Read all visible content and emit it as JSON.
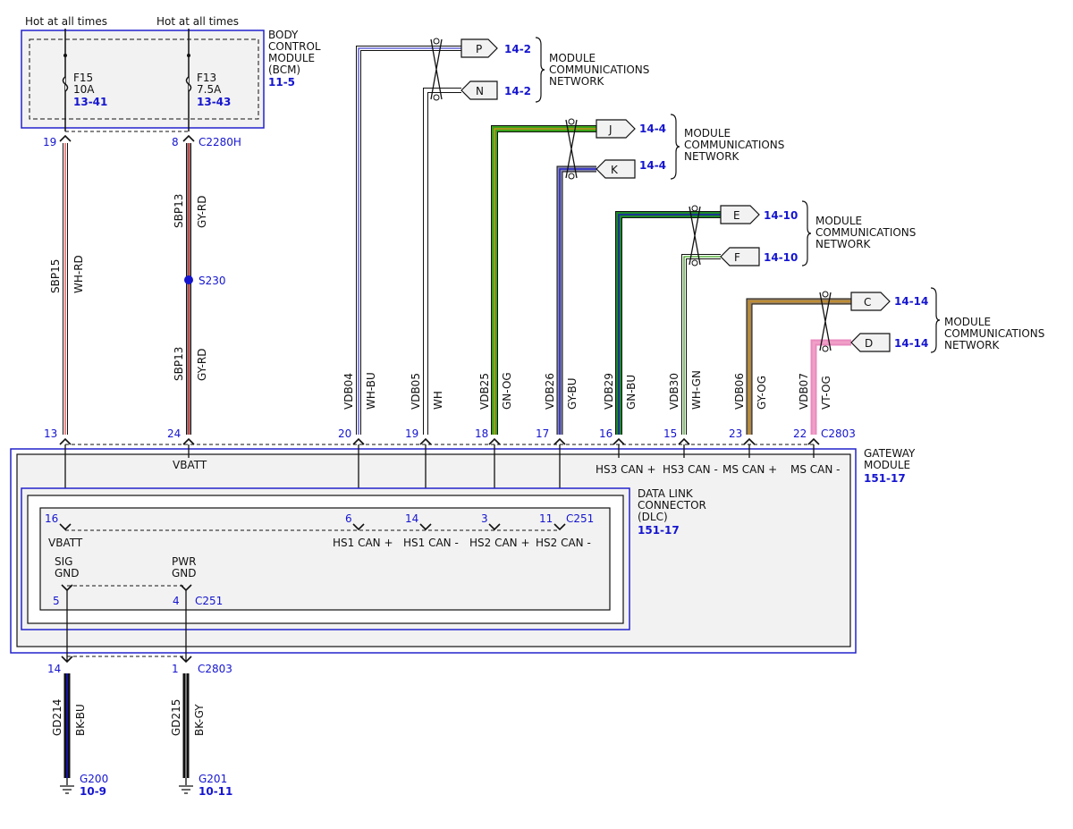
{
  "power": {
    "hot_left": "Hot at all times",
    "hot_right": "Hot at all times"
  },
  "bcm": {
    "title_lines": [
      "BODY",
      "CONTROL",
      "MODULE",
      "(BCM)"
    ],
    "ref": "11-5",
    "fuses": [
      {
        "name": "F15",
        "rating": "10A",
        "ref": "13-41"
      },
      {
        "name": "F13",
        "rating": "7.5A",
        "ref": "13-43"
      }
    ],
    "connector": "C2280H",
    "pins": [
      "19",
      "8"
    ]
  },
  "wires": {
    "sbp15": {
      "circuit": "SBP15",
      "color": "WH-RD"
    },
    "sbp13_upper": {
      "circuit": "SBP13",
      "color": "GY-RD"
    },
    "sbp13_lower": {
      "circuit": "SBP13",
      "color": "GY-RD"
    },
    "splice": "S230",
    "vdb": [
      {
        "circuit": "VDB04",
        "color": "WH-BU",
        "pin": "20"
      },
      {
        "circuit": "VDB05",
        "color": "WH",
        "pin": "19"
      },
      {
        "circuit": "VDB25",
        "color": "GN-OG",
        "pin": "18"
      },
      {
        "circuit": "VDB26",
        "color": "GY-BU",
        "pin": "17"
      },
      {
        "circuit": "VDB29",
        "color": "GN-BU",
        "pin": "16"
      },
      {
        "circuit": "VDB30",
        "color": "WH-GN",
        "pin": "15"
      },
      {
        "circuit": "VDB06",
        "color": "GY-OG",
        "pin": "23"
      },
      {
        "circuit": "VDB07",
        "color": "VT-OG",
        "pin": "22"
      }
    ]
  },
  "networks": [
    {
      "label_lines": [
        "MODULE",
        "COMMUNICATIONS",
        "NETWORK"
      ],
      "connectors": [
        {
          "id": "P",
          "ref": "14-2"
        },
        {
          "id": "N",
          "ref": "14-2"
        }
      ]
    },
    {
      "label_lines": [
        "MODULE",
        "COMMUNICATIONS",
        "NETWORK"
      ],
      "connectors": [
        {
          "id": "J",
          "ref": "14-4"
        },
        {
          "id": "K",
          "ref": "14-4"
        }
      ]
    },
    {
      "label_lines": [
        "MODULE",
        "COMMUNICATIONS",
        "NETWORK"
      ],
      "connectors": [
        {
          "id": "E",
          "ref": "14-10"
        },
        {
          "id": "F",
          "ref": "14-10"
        }
      ]
    },
    {
      "label_lines": [
        "MODULE",
        "COMMUNICATIONS",
        "NETWORK"
      ],
      "connectors": [
        {
          "id": "C",
          "ref": "14-14"
        },
        {
          "id": "D",
          "ref": "14-14"
        }
      ]
    }
  ],
  "gateway": {
    "title_lines": [
      "GATEWAY",
      "MODULE"
    ],
    "ref": "151-17",
    "connector": "C2803",
    "pins_left": [
      "13",
      "24"
    ],
    "vbatt": "VBATT",
    "can_labels": [
      "HS3 CAN +",
      "HS3 CAN -",
      "MS CAN +",
      "MS CAN -"
    ]
  },
  "dlc": {
    "title_lines": [
      "DATA LINK",
      "CONNECTOR",
      "(DLC)"
    ],
    "ref": "151-17",
    "connector": "C251",
    "pin_vbatt": "16",
    "vbatt": "VBATT",
    "can_pins": [
      {
        "pin": "6",
        "label": "HS1 CAN +"
      },
      {
        "pin": "14",
        "label": "HS1 CAN -"
      },
      {
        "pin": "3",
        "label": "HS2 CAN +"
      },
      {
        "pin": "11",
        "label": "HS2 CAN -"
      }
    ],
    "gnd": [
      {
        "lines": [
          "SIG",
          "GND"
        ],
        "pin": "5"
      },
      {
        "lines": [
          "PWR",
          "GND"
        ],
        "pin": "4"
      }
    ]
  },
  "ground": {
    "connector": "C2803",
    "pins": [
      "14",
      "1"
    ],
    "wires": [
      {
        "circuit": "GD214",
        "color": "BK-BU",
        "gnd": "G200",
        "ref": "10-9"
      },
      {
        "circuit": "GD215",
        "color": "BK-GY",
        "gnd": "G201",
        "ref": "10-11"
      }
    ]
  }
}
